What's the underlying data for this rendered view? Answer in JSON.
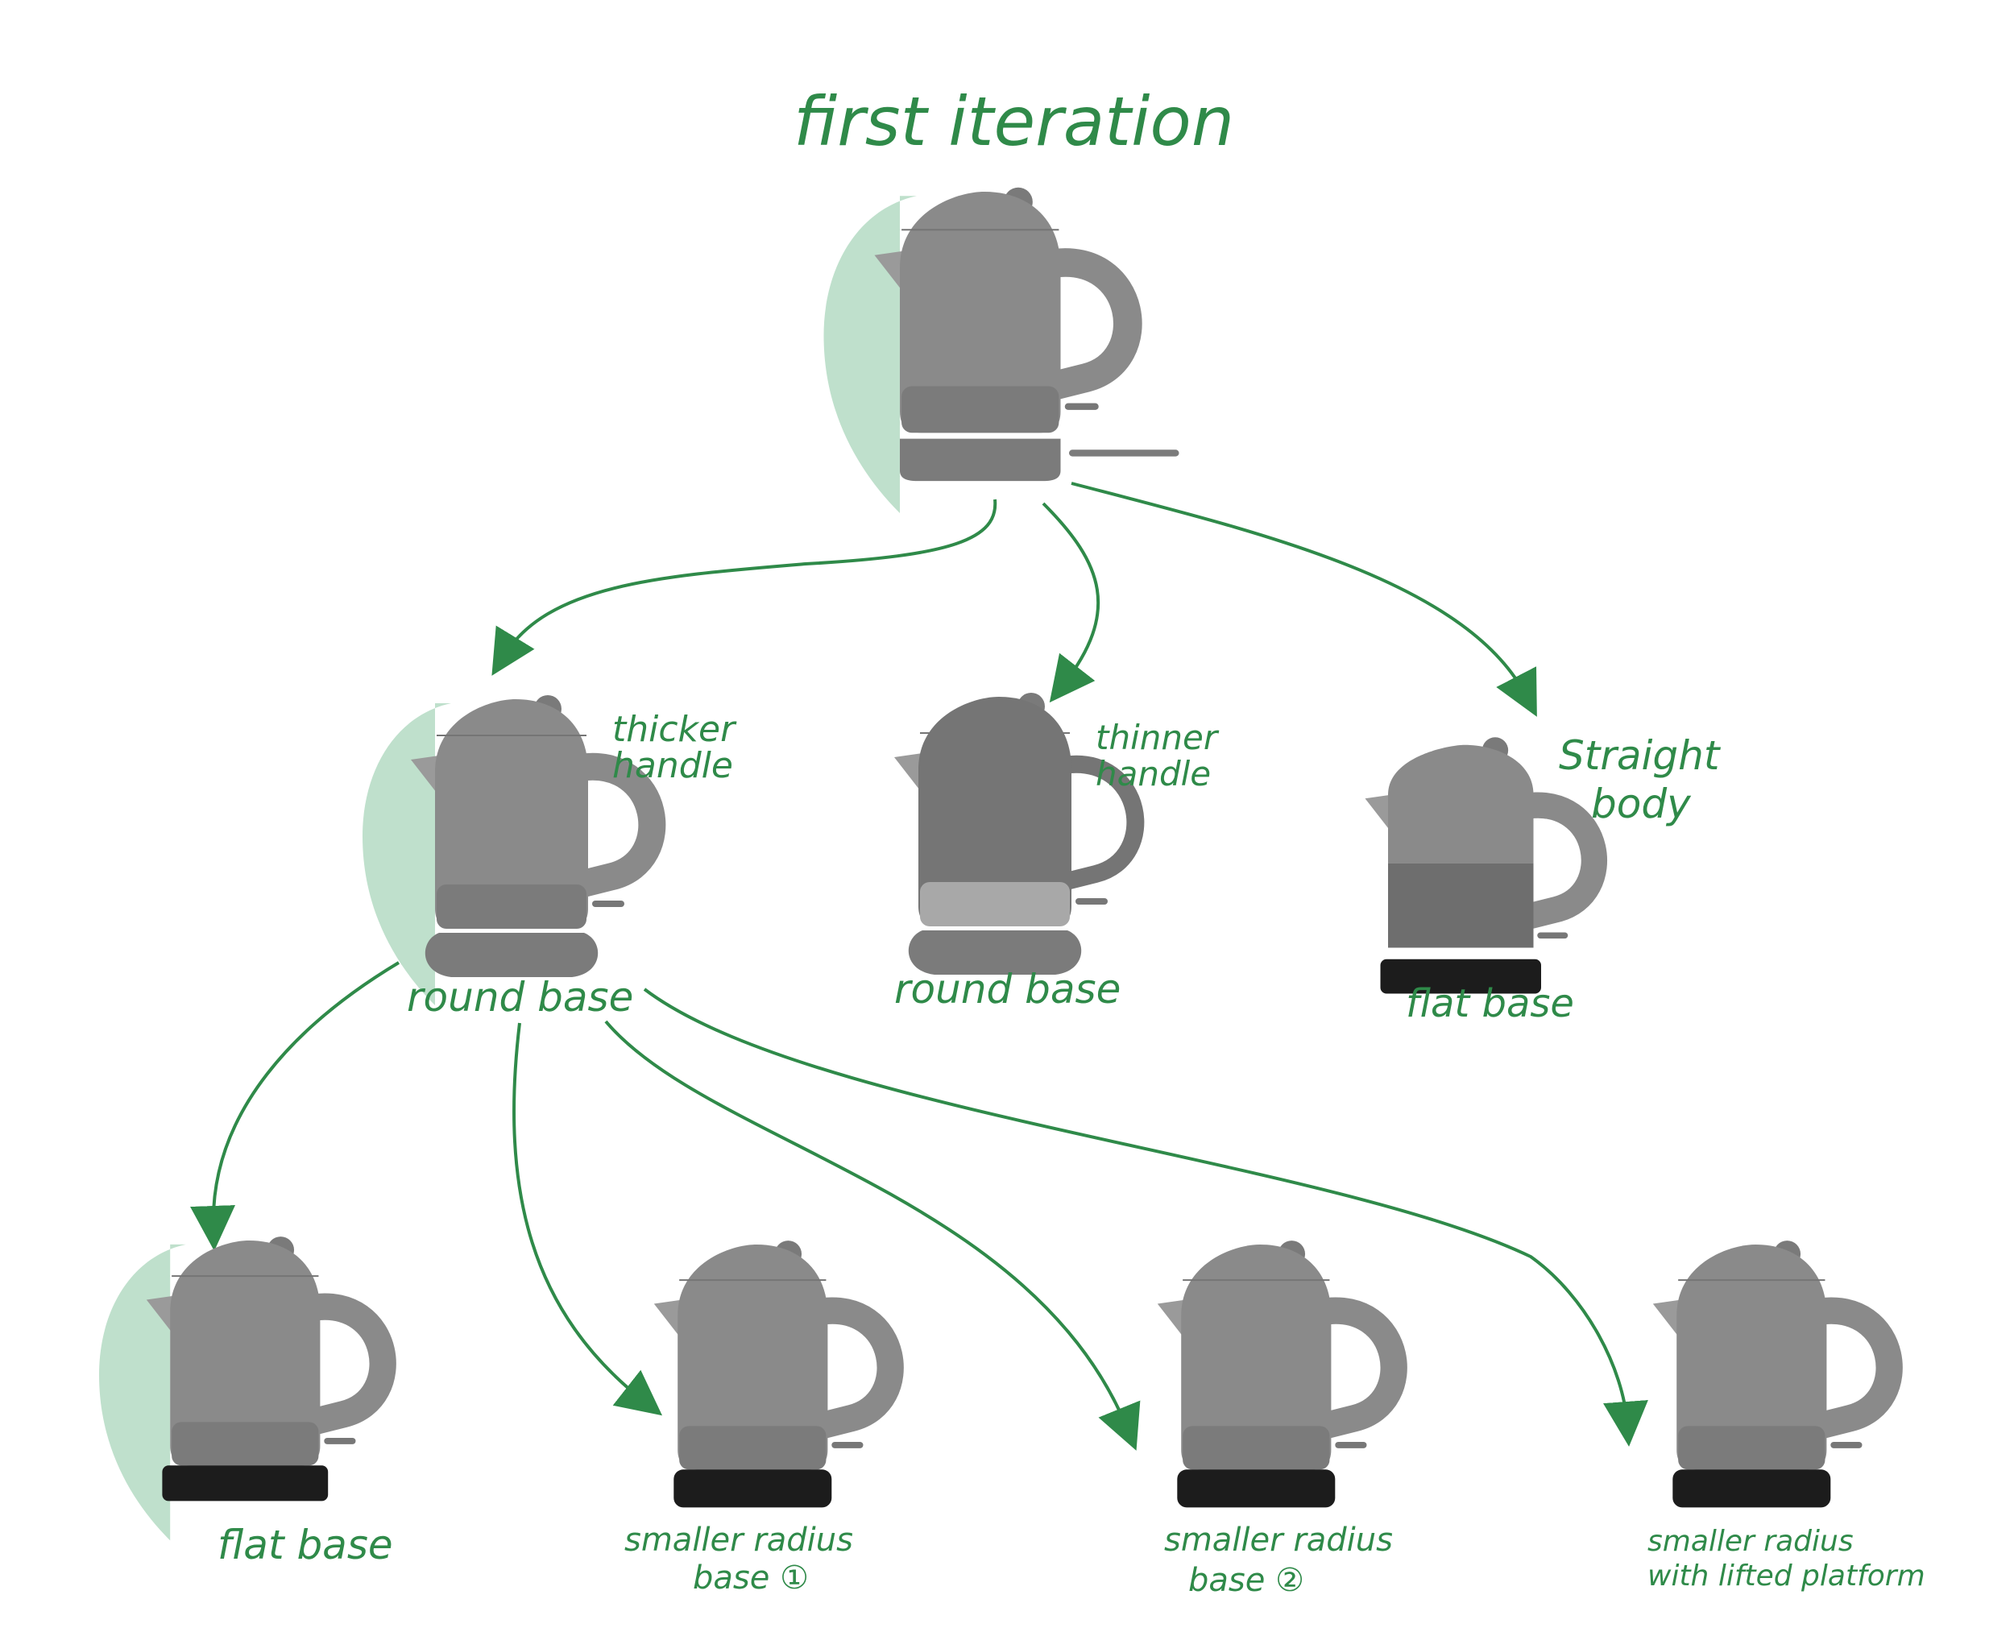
{
  "title": "first iteration",
  "colors": {
    "ink": "#2f8a49",
    "highlight": "#bfe0cc",
    "body_gray": "#8a8a8a",
    "dark_gray": "#6e6e6e",
    "black_base": "#1c1c1c"
  },
  "nodes": {
    "root": {
      "lines": []
    },
    "thicker": {
      "lines": [
        "thicker",
        "handle"
      ],
      "base_label": "round base"
    },
    "thinner": {
      "lines": [
        "thinner",
        "handle"
      ],
      "base_label": "round base"
    },
    "straight": {
      "lines": [
        "Straight",
        "body"
      ],
      "base_label": "flat base"
    },
    "flat": {
      "lines": [],
      "base_label": "flat base"
    },
    "small1": {
      "lines": [
        "smaller radius",
        "base ①"
      ]
    },
    "small2": {
      "lines": [
        "smaller radius",
        "base ②"
      ]
    },
    "lifted": {
      "lines": [
        "smaller radius",
        "with lifted platform"
      ]
    }
  }
}
